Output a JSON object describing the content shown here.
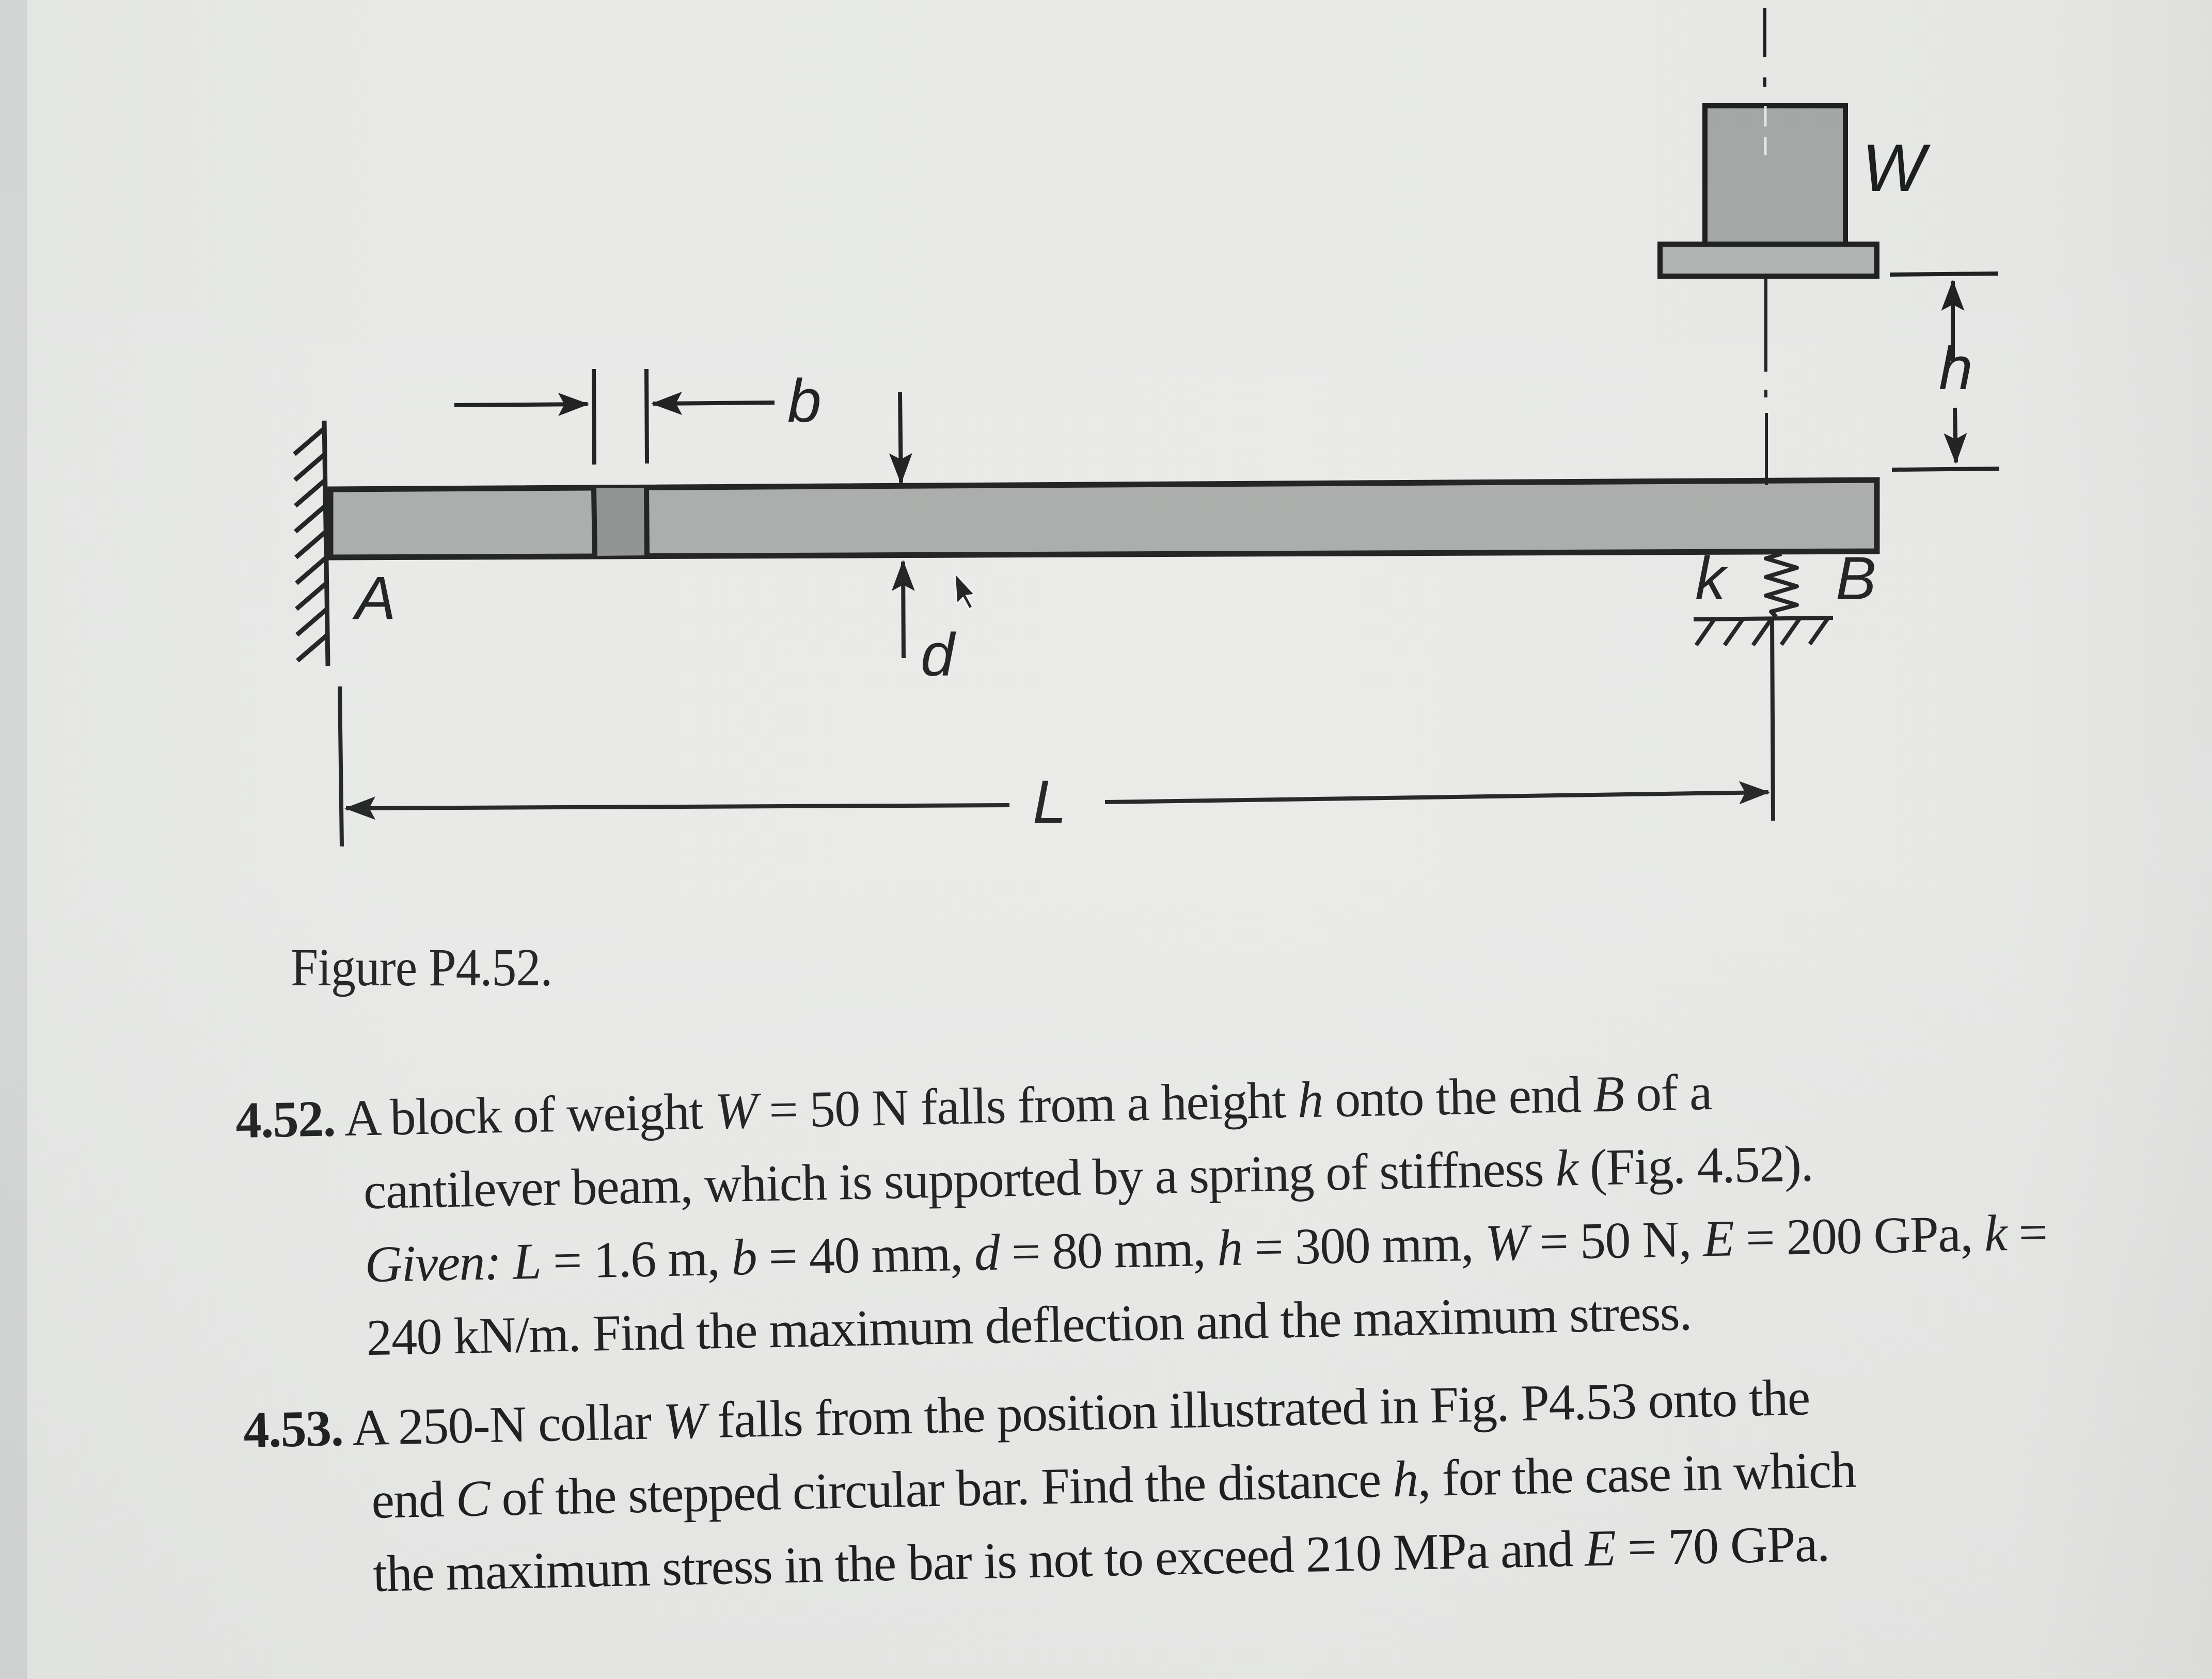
{
  "figure": {
    "labels": {
      "support_A": "A",
      "end_B": "B",
      "spring_k": "k",
      "weight_W": "W",
      "height_h": "h",
      "width_b": "b",
      "depth_d": "d",
      "length_L": "L"
    },
    "caption": "Figure P4.52."
  },
  "problems": [
    {
      "number": "4.52.",
      "lines": [
        {
          "segments": [
            {
              "text": "A block of weight ",
              "style": "normal"
            },
            {
              "text": "W",
              "style": "italic"
            },
            {
              "text": " = 50 N falls from a height ",
              "style": "normal"
            },
            {
              "text": "h",
              "style": "italic"
            },
            {
              "text": " onto the end ",
              "style": "normal"
            },
            {
              "text": "B",
              "style": "italic"
            },
            {
              "text": " of a",
              "style": "normal"
            }
          ]
        },
        {
          "segments": [
            {
              "text": "cantilever beam, which is supported by a spring of stiffness ",
              "style": "normal"
            },
            {
              "text": "k",
              "style": "italic"
            },
            {
              "text": " (Fig. 4.52).",
              "style": "normal"
            }
          ]
        },
        {
          "segments": [
            {
              "text": "Given:",
              "style": "italic"
            },
            {
              "text": " ",
              "style": "normal"
            },
            {
              "text": "L",
              "style": "italic"
            },
            {
              "text": " = 1.6 m, ",
              "style": "normal"
            },
            {
              "text": "b",
              "style": "italic"
            },
            {
              "text": " = 40 mm, ",
              "style": "normal"
            },
            {
              "text": "d",
              "style": "italic"
            },
            {
              "text": " = 80 mm, ",
              "style": "normal"
            },
            {
              "text": "h",
              "style": "italic"
            },
            {
              "text": " = 300 mm, ",
              "style": "normal"
            },
            {
              "text": "W",
              "style": "italic"
            },
            {
              "text": " = 50 N, ",
              "style": "normal"
            },
            {
              "text": "E",
              "style": "italic"
            },
            {
              "text": " = 200 GPa, ",
              "style": "normal"
            },
            {
              "text": "k",
              "style": "italic"
            },
            {
              "text": " =",
              "style": "normal"
            }
          ]
        },
        {
          "segments": [
            {
              "text": "240 kN/m. Find the maximum deflection and the maximum stress.",
              "style": "normal"
            }
          ]
        }
      ]
    },
    {
      "number": "4.53.",
      "lines": [
        {
          "segments": [
            {
              "text": "A 250-N collar ",
              "style": "normal"
            },
            {
              "text": "W",
              "style": "italic"
            },
            {
              "text": " falls from the position illustrated in Fig. P4.53 onto the",
              "style": "normal"
            }
          ]
        },
        {
          "segments": [
            {
              "text": "end ",
              "style": "normal"
            },
            {
              "text": "C",
              "style": "italic"
            },
            {
              "text": " of the stepped circular bar. Find the distance ",
              "style": "normal"
            },
            {
              "text": "h",
              "style": "italic"
            },
            {
              "text": ", for the case in which",
              "style": "normal"
            }
          ]
        },
        {
          "segments": [
            {
              "text": "the maximum stress in the bar is not to exceed 210 MPa and ",
              "style": "normal"
            },
            {
              "text": "E",
              "style": "italic"
            },
            {
              "text": " = 70 GPa.",
              "style": "normal"
            }
          ]
        }
      ]
    }
  ],
  "colors": {
    "page_background": "#e8e9e7",
    "ink": "#1d1f1f",
    "beam_fill": "#a9abaa",
    "step_fill": "#8f9190",
    "block_fill": "#a4a6a5"
  }
}
